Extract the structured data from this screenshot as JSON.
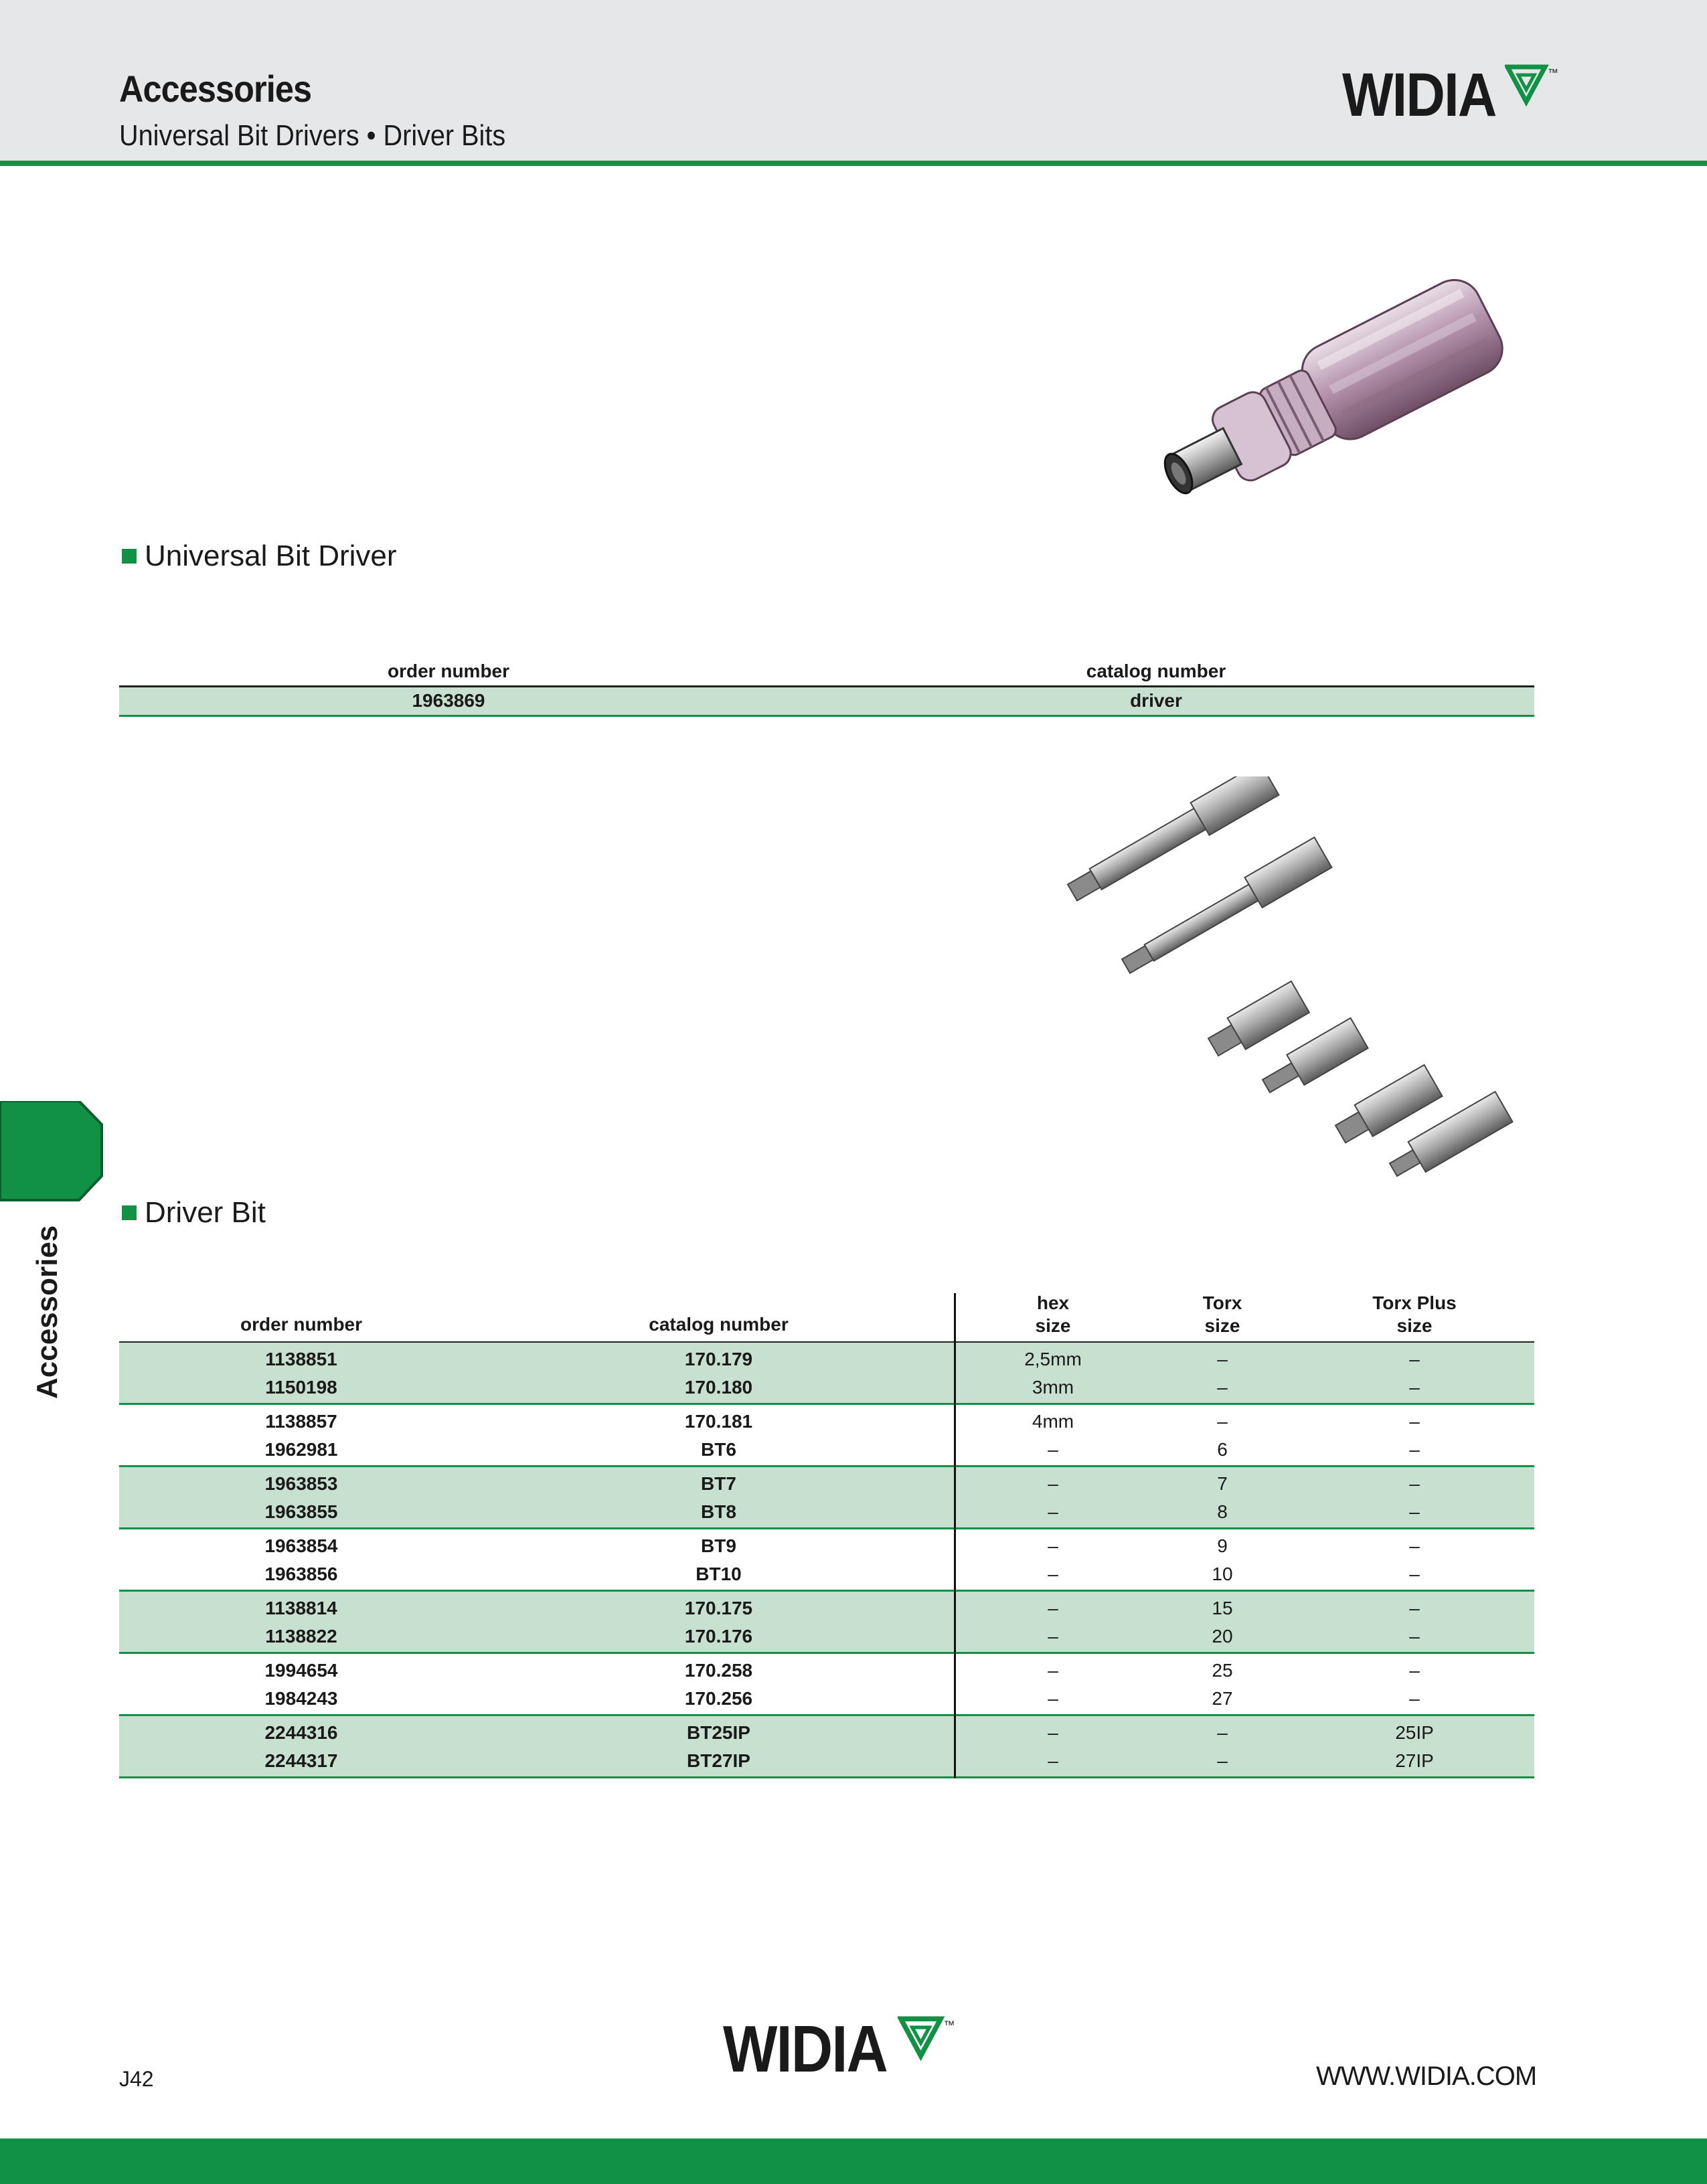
{
  "header": {
    "title": "Accessories",
    "subtitle": "Universal Bit Drivers • Driver Bits",
    "brand": "WIDIA",
    "tm": "™"
  },
  "side_tab_label": "Accessories",
  "colors": {
    "accent": "#119146",
    "band": "#c8e0d0",
    "header_bg": "#e6e7e8"
  },
  "section_driver": {
    "heading": "Universal Bit Driver",
    "columns": [
      "order number",
      "catalog number"
    ],
    "rows": [
      {
        "order": "1963869",
        "catalog": "driver"
      }
    ]
  },
  "section_bits": {
    "heading": "Driver Bit",
    "columns": {
      "order": "order number",
      "catalog": "catalog number",
      "hex_1": "hex",
      "hex_2": "size",
      "torx_1": "Torx",
      "torx_2": "size",
      "torxplus_1": "Torx Plus",
      "torxplus_2": "size"
    },
    "rows": [
      {
        "order": "1138851",
        "catalog": "170.179",
        "hex": "2,5mm",
        "torx": "–",
        "torxplus": "–"
      },
      {
        "order": "1150198",
        "catalog": "170.180",
        "hex": "3mm",
        "torx": "–",
        "torxplus": "–"
      },
      {
        "order": "1138857",
        "catalog": "170.181",
        "hex": "4mm",
        "torx": "–",
        "torxplus": "–"
      },
      {
        "order": "1962981",
        "catalog": "BT6",
        "hex": "–",
        "torx": "6",
        "torxplus": "–"
      },
      {
        "order": "1963853",
        "catalog": "BT7",
        "hex": "–",
        "torx": "7",
        "torxplus": "–"
      },
      {
        "order": "1963855",
        "catalog": "BT8",
        "hex": "–",
        "torx": "8",
        "torxplus": "–"
      },
      {
        "order": "1963854",
        "catalog": "BT9",
        "hex": "–",
        "torx": "9",
        "torxplus": "–"
      },
      {
        "order": "1963856",
        "catalog": "BT10",
        "hex": "–",
        "torx": "10",
        "torxplus": "–"
      },
      {
        "order": "1138814",
        "catalog": "170.175",
        "hex": "–",
        "torx": "15",
        "torxplus": "–"
      },
      {
        "order": "1138822",
        "catalog": "170.176",
        "hex": "–",
        "torx": "20",
        "torxplus": "–"
      },
      {
        "order": "1994654",
        "catalog": "170.258",
        "hex": "–",
        "torx": "25",
        "torxplus": "–"
      },
      {
        "order": "1984243",
        "catalog": "170.256",
        "hex": "–",
        "torx": "27",
        "torxplus": "–"
      },
      {
        "order": "2244316",
        "catalog": "BT25IP",
        "hex": "–",
        "torx": "–",
        "torxplus": "25IP"
      },
      {
        "order": "2244317",
        "catalog": "BT27IP",
        "hex": "–",
        "torx": "–",
        "torxplus": "27IP"
      }
    ]
  },
  "footer": {
    "page": "J42",
    "url": "WWW.WIDIA.COM",
    "brand": "WIDIA",
    "tm": "™"
  }
}
